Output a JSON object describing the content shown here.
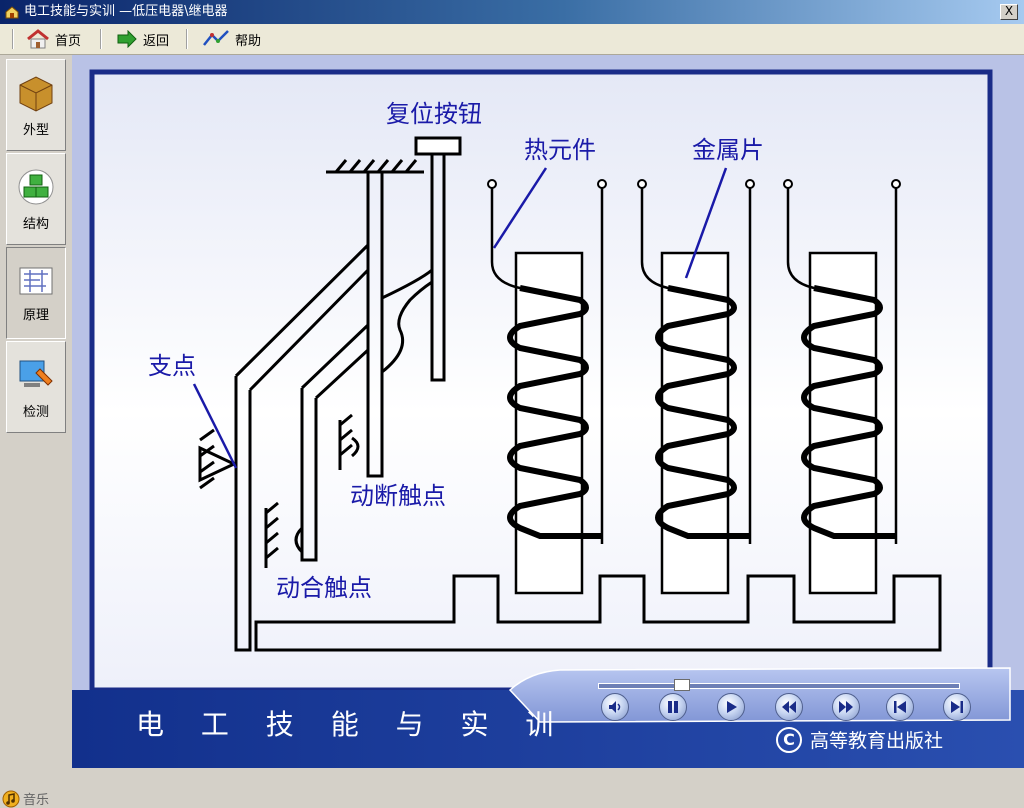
{
  "window": {
    "title": "电工技能与实训 —低压电器\\继电器",
    "close_label": "X"
  },
  "toolbar": {
    "home": "首页",
    "back": "返回",
    "help": "帮助"
  },
  "sidebar": {
    "items": [
      {
        "label": "外型"
      },
      {
        "label": "结构"
      },
      {
        "label": "原理"
      },
      {
        "label": "检测"
      }
    ],
    "active_index": 2,
    "music": "音乐"
  },
  "diagram": {
    "labels": {
      "reset_button": "复位按钮",
      "heating_element": "热元件",
      "metal_strip": "金属片",
      "pivot": "支点",
      "nc_contact": "动断触点",
      "no_contact": "动合触点"
    }
  },
  "footer": {
    "brand": "电 工 技 能 与 实 训",
    "publisher": "高等教育出版社",
    "copyright_symbol": "C"
  },
  "player": {
    "progress": 0.23
  },
  "colors": {
    "label_blue": "#1a1aa8",
    "panel_bg": "#e8ecf8",
    "footer_blue": "#1f3a93"
  }
}
